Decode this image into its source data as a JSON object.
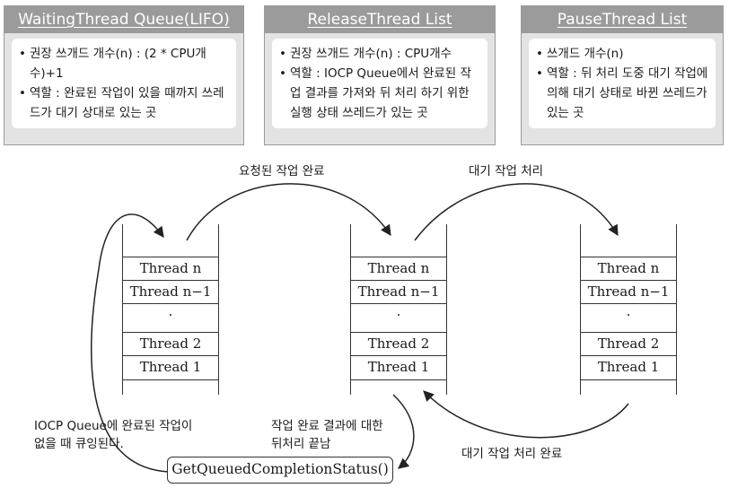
{
  "panels": {
    "waiting": {
      "title": "WaitingThread Queue(LIFO)",
      "items": [
        "권장 쓰개드 개수(n) : (2 * CPU개수)+1",
        "역할 : 완료된 작업이 있을 때까지 쓰레드가 대기 상대로 있는 곳"
      ]
    },
    "release": {
      "title": "ReleaseThread List",
      "items": [
        "권장 쓰개드 개수(n) : CPU개수",
        "역할 : IOCP Queue에서 완료된 작업 결과를 가져와 뒤 처리 하기 위한 실행 상태 쓰레드가 있는 곳"
      ]
    },
    "pause": {
      "title": "PauseThread List",
      "items": [
        "쓰개드 개수(n)",
        "역할 : 뒤 처리 도중 대기 작업에 의해 대기 상태로 바뀐 쓰레드가 있는 곳"
      ]
    }
  },
  "stack_slots": [
    "Thread n",
    "Thread n−1",
    "·",
    "Thread 2",
    "Thread 1"
  ],
  "labels": {
    "top_left_arrow": "요청된 작업 완료",
    "top_right_arrow": "대기 작업 처리",
    "bottom_right_arrow": "대기 작업 처리 완료",
    "left_note_1": "IOCP Queue에 완료된 작업이",
    "left_note_2": "없을 때 큐잉된다.",
    "mid_note_1": "작업 완료 결과에 대한",
    "mid_note_2": "뒤처리 끝남"
  },
  "function_box": "GetQueuedCompletionStatus()"
}
